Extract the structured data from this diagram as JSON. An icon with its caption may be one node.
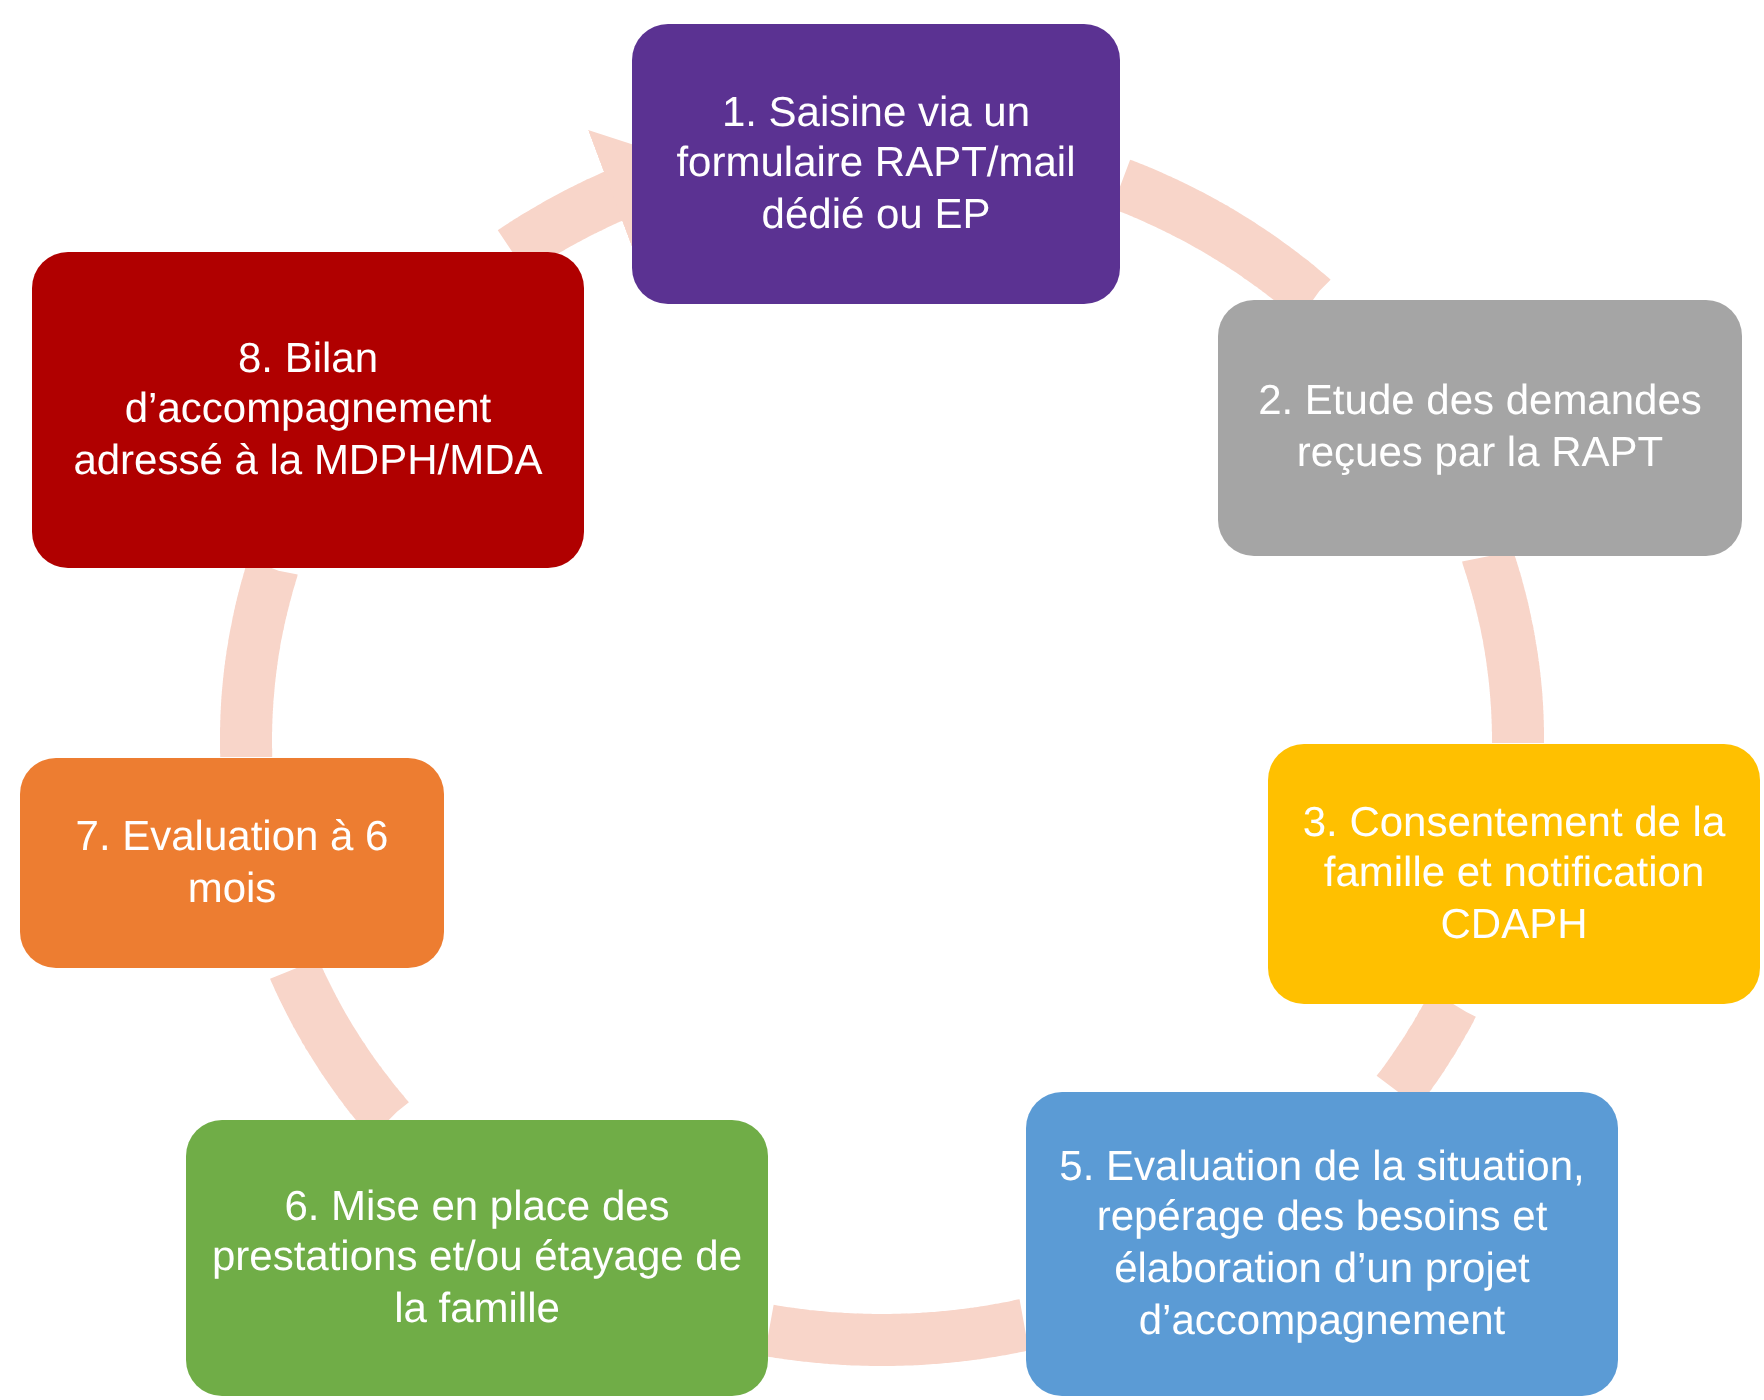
{
  "diagram": {
    "nodes": [
      {
        "text": [
          "1. Saisine via un formulaire RAPT/mail dédié ou EP"
        ]
      },
      {
        "text": [
          "2. Etude des demandes reçues par la RAPT"
        ]
      },
      {
        "text": [
          "3. Consentement de la famille et notification CDAPH"
        ]
      },
      {
        "text": [
          "5. Evaluation de la situation, repérage des besoins et élaboration d’un projet d’accompagnement"
        ]
      },
      {
        "text": [
          "6. Mise en place des prestations et/ou étayage de la famille"
        ]
      },
      {
        "text": [
          "7. Evaluation à 6 mois"
        ]
      },
      {
        "text": [
          "8. Bilan d’accompagnement adressé à la MDPH/MDA"
        ]
      }
    ],
    "edges": [
      {
        "from": 0,
        "to": 1,
        "arrow": "none"
      },
      {
        "from": 1,
        "to": 2,
        "arrow": "none"
      },
      {
        "from": 2,
        "to": 3,
        "arrow": "none"
      },
      {
        "from": 3,
        "to": 4,
        "arrow": "none"
      },
      {
        "from": 4,
        "to": 5,
        "arrow": "none"
      },
      {
        "from": 5,
        "to": 6,
        "arrow": "none"
      },
      {
        "from": 6,
        "to": 0,
        "arrow": "to"
      }
    ]
  }
}
